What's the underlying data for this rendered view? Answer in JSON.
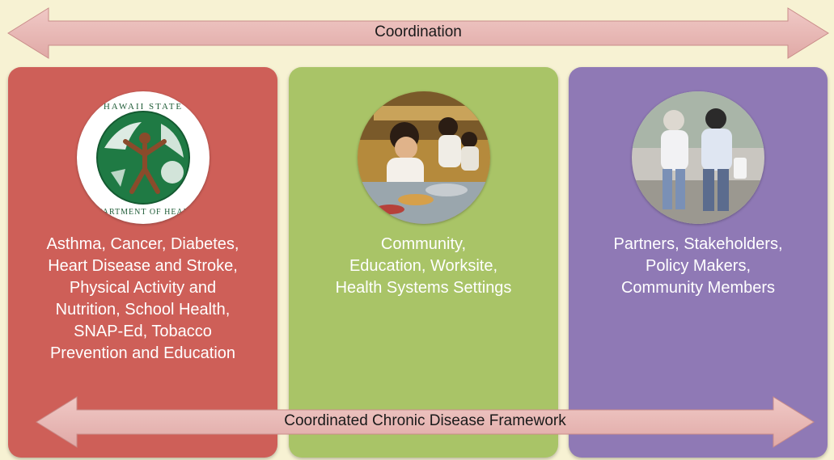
{
  "top_arrow": {
    "label": "Coordination"
  },
  "bottom_arrow": {
    "label": "Coordinated Chronic Disease Framework"
  },
  "colors": {
    "background": "#f7f2d3",
    "arrow_fill": "#e6b3b1",
    "panel_red": "#ce5f58",
    "panel_green": "#a9c467",
    "panel_purple": "#8f79b5"
  },
  "panels": [
    {
      "image": "hawaii-state-department-of-health-seal",
      "seal_text": "HAWAII STATE · DEPARTMENT OF HEALTH",
      "lines": [
        "Asthma, Cancer, Diabetes,",
        "Heart Disease and Stroke,",
        "Physical Activity and",
        "Nutrition, School Health,",
        "SNAP-Ed, Tobacco",
        "Prevention and Education"
      ]
    },
    {
      "image": "children-at-school-lunch-photo",
      "lines": [
        "Community,",
        "Education, Worksite,",
        "Health Systems Settings"
      ]
    },
    {
      "image": "women-walking-photo",
      "lines": [
        "Partners, Stakeholders,",
        "Policy Makers,",
        "Community Members"
      ]
    }
  ]
}
